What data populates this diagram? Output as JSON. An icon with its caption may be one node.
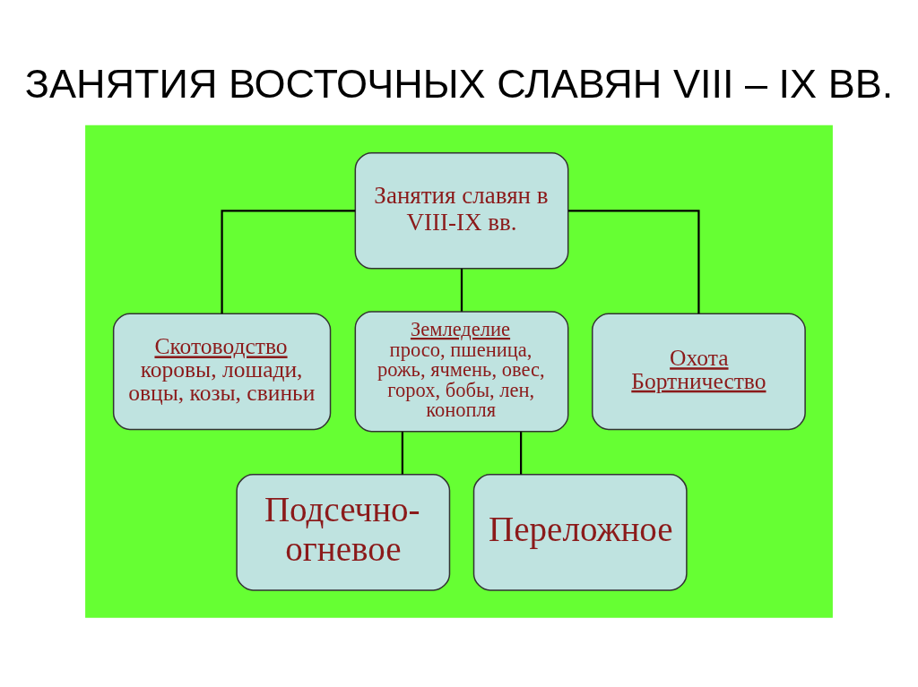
{
  "diagram": {
    "title": "ЗАНЯТИЯ ВОСТОЧНЫХ СЛАВЯН VIII – IX ВВ.",
    "nodes": [
      {
        "text": [],
        "shape": "box"
      },
      {
        "text": [
          "Занятия славян в VIII-IX вв."
        ],
        "in": 0
      },
      {
        "text": [
          "Скотоводство",
          "коровы, лошади, овцы, козы, свиньи"
        ],
        "in": 0
      },
      {
        "text": [
          "Земледелие",
          "просо, пшеница, рожь, ячмень, овес, горох, бобы, лен, конопля"
        ],
        "in": 0
      },
      {
        "text": [
          "Охота",
          "Бортничество"
        ],
        "in": 0
      },
      {
        "text": [
          "Подсечно- огневое"
        ],
        "in": 0
      },
      {
        "text": [
          "Переложное"
        ],
        "in": 0
      }
    ],
    "edges": [
      {
        "from": 1,
        "to": 2,
        "arrow": "none"
      },
      {
        "from": 1,
        "to": 3,
        "arrow": "none"
      },
      {
        "from": 1,
        "to": 4,
        "arrow": "none"
      },
      {
        "from": 3,
        "to": 5,
        "arrow": "none"
      },
      {
        "from": 3,
        "to": 6,
        "arrow": "none"
      }
    ]
  }
}
